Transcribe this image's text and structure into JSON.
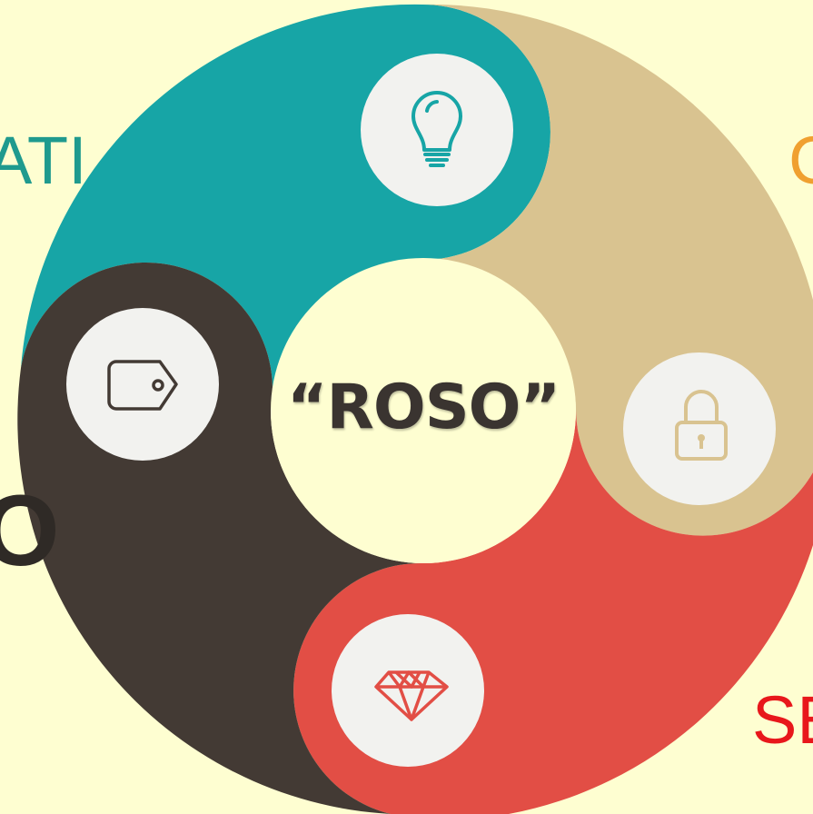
{
  "center": {
    "text": "“ROSO”",
    "color": "#3a3430",
    "bg": "#fefed1"
  },
  "colors": {
    "background": "#fefed1",
    "teal": "#17a5a6",
    "tan": "#d9c390",
    "red": "#e24e45",
    "dark": "#433a34",
    "icon_circle": "#f2f2ef"
  },
  "segments": [
    {
      "name": "teal",
      "icon": "lightbulb-icon"
    },
    {
      "name": "tan",
      "icon": "padlock-icon"
    },
    {
      "name": "red",
      "icon": "diamond-icon"
    },
    {
      "name": "dark",
      "icon": "price-tag-icon"
    }
  ],
  "side_labels": {
    "top_left": {
      "text": "ATI",
      "color": "#1f9a8e"
    },
    "top_right": {
      "text": "C",
      "color": "#f0a030"
    },
    "bottom_right": {
      "text": "SE",
      "color": "#e8171b"
    },
    "left": {
      "text": "O",
      "color": "#2f2a26"
    }
  }
}
